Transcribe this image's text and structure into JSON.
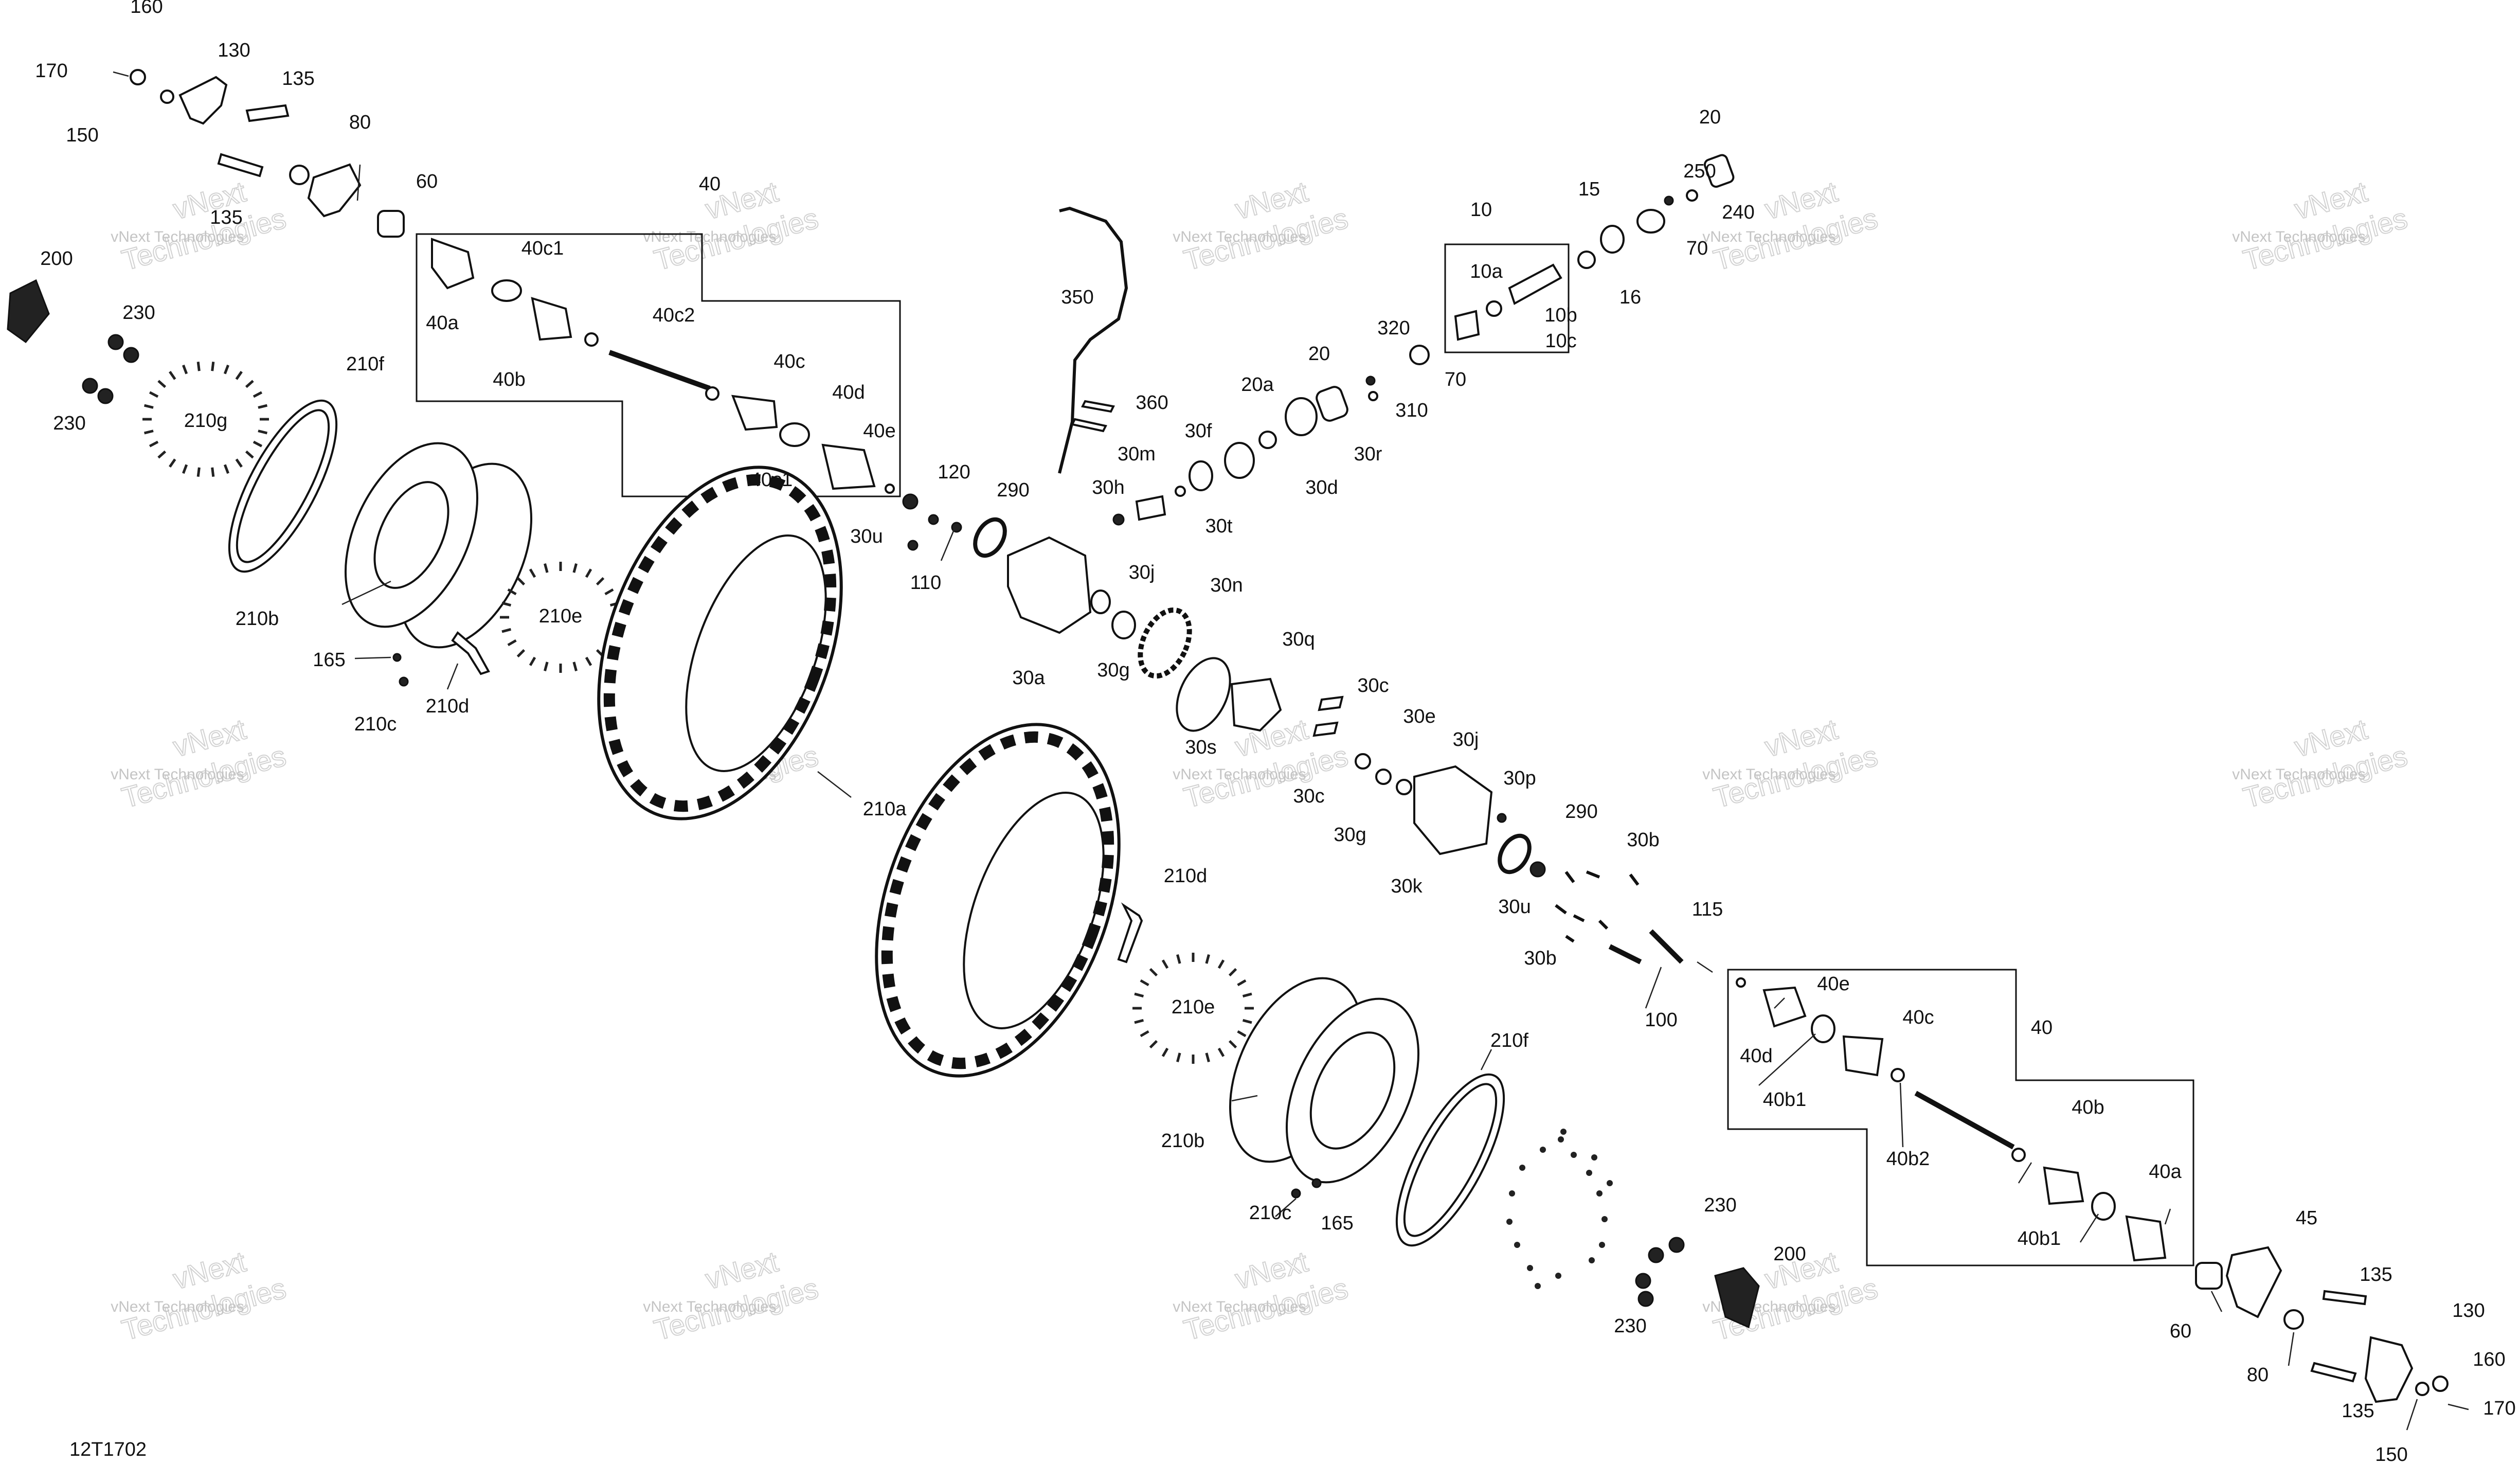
{
  "diagram": {
    "code": "12T1702",
    "watermark": "vNext Technologies",
    "watermark_line1": "vNext",
    "watermark_line2": "Technologies",
    "labels": [
      {
        "id": "l1",
        "text": "160"
      },
      {
        "id": "l2",
        "text": "170"
      },
      {
        "id": "l3",
        "text": "130"
      },
      {
        "id": "l4",
        "text": "135"
      },
      {
        "id": "l5",
        "text": "150"
      },
      {
        "id": "l6",
        "text": "80"
      },
      {
        "id": "l7",
        "text": "135"
      },
      {
        "id": "l8",
        "text": "60"
      },
      {
        "id": "l9",
        "text": "40"
      },
      {
        "id": "l10",
        "text": "40c1"
      },
      {
        "id": "l11",
        "text": "40a"
      },
      {
        "id": "l12",
        "text": "40b"
      },
      {
        "id": "l13",
        "text": "40c2"
      },
      {
        "id": "l14",
        "text": "40c"
      },
      {
        "id": "l15",
        "text": "40d"
      },
      {
        "id": "l16",
        "text": "40e"
      },
      {
        "id": "l17",
        "text": "40c1"
      },
      {
        "id": "l18",
        "text": "200"
      },
      {
        "id": "l19",
        "text": "230"
      },
      {
        "id": "l20",
        "text": "230"
      },
      {
        "id": "l21",
        "text": "210f"
      },
      {
        "id": "l22",
        "text": "210g"
      },
      {
        "id": "l23",
        "text": "210b"
      },
      {
        "id": "l24",
        "text": "165"
      },
      {
        "id": "l25",
        "text": "210c"
      },
      {
        "id": "l26",
        "text": "210d"
      },
      {
        "id": "l27",
        "text": "210e"
      },
      {
        "id": "l28",
        "text": "350"
      },
      {
        "id": "l29",
        "text": "360"
      },
      {
        "id": "l30",
        "text": "120"
      },
      {
        "id": "l31",
        "text": "290"
      },
      {
        "id": "l32",
        "text": "30u"
      },
      {
        "id": "l33",
        "text": "110"
      },
      {
        "id": "l34",
        "text": "30a"
      },
      {
        "id": "l35",
        "text": "30h"
      },
      {
        "id": "l36",
        "text": "30m"
      },
      {
        "id": "l37",
        "text": "30f"
      },
      {
        "id": "l38",
        "text": "30t"
      },
      {
        "id": "l39",
        "text": "30d"
      },
      {
        "id": "l40",
        "text": "20a"
      },
      {
        "id": "l41",
        "text": "20"
      },
      {
        "id": "l42",
        "text": "30r"
      },
      {
        "id": "l43",
        "text": "320"
      },
      {
        "id": "l44",
        "text": "310"
      },
      {
        "id": "l45",
        "text": "70"
      },
      {
        "id": "l46",
        "text": "10"
      },
      {
        "id": "l47",
        "text": "10a"
      },
      {
        "id": "l48",
        "text": "10b"
      },
      {
        "id": "l49",
        "text": "10c"
      },
      {
        "id": "l50",
        "text": "15"
      },
      {
        "id": "l51",
        "text": "16"
      },
      {
        "id": "l52",
        "text": "70"
      },
      {
        "id": "l53",
        "text": "250"
      },
      {
        "id": "l54",
        "text": "240"
      },
      {
        "id": "l55",
        "text": "20"
      },
      {
        "id": "l56",
        "text": "30j"
      },
      {
        "id": "l57",
        "text": "30g"
      },
      {
        "id": "l58",
        "text": "30n"
      },
      {
        "id": "l59",
        "text": "30s"
      },
      {
        "id": "l60",
        "text": "30q"
      },
      {
        "id": "l61",
        "text": "30c"
      },
      {
        "id": "l62",
        "text": "30e"
      },
      {
        "id": "l63",
        "text": "30j"
      },
      {
        "id": "l64",
        "text": "30c"
      },
      {
        "id": "l65",
        "text": "30g"
      },
      {
        "id": "l66",
        "text": "30k"
      },
      {
        "id": "l67",
        "text": "30p"
      },
      {
        "id": "l68",
        "text": "290"
      },
      {
        "id": "l69",
        "text": "30u"
      },
      {
        "id": "l70",
        "text": "30b"
      },
      {
        "id": "l71",
        "text": "30b"
      },
      {
        "id": "l72",
        "text": "115"
      },
      {
        "id": "l73",
        "text": "100"
      },
      {
        "id": "l74",
        "text": "210a"
      },
      {
        "id": "l75",
        "text": "210d"
      },
      {
        "id": "l76",
        "text": "210e"
      },
      {
        "id": "l77",
        "text": "210f"
      },
      {
        "id": "l78",
        "text": "210b"
      },
      {
        "id": "l79",
        "text": "210c"
      },
      {
        "id": "l80",
        "text": "165"
      },
      {
        "id": "l81",
        "text": "230"
      },
      {
        "id": "l82",
        "text": "230"
      },
      {
        "id": "l83",
        "text": "200"
      },
      {
        "id": "l84",
        "text": "40e"
      },
      {
        "id": "l85",
        "text": "40c"
      },
      {
        "id": "l86",
        "text": "40"
      },
      {
        "id": "l87",
        "text": "40d"
      },
      {
        "id": "l88",
        "text": "40b1"
      },
      {
        "id": "l89",
        "text": "40b2"
      },
      {
        "id": "l90",
        "text": "40b"
      },
      {
        "id": "l91",
        "text": "40a"
      },
      {
        "id": "l92",
        "text": "40b1"
      },
      {
        "id": "l93",
        "text": "45"
      },
      {
        "id": "l94",
        "text": "60"
      },
      {
        "id": "l95",
        "text": "135"
      },
      {
        "id": "l96",
        "text": "130"
      },
      {
        "id": "l97",
        "text": "80"
      },
      {
        "id": "l98",
        "text": "160"
      },
      {
        "id": "l99",
        "text": "135"
      },
      {
        "id": "l100",
        "text": "170"
      },
      {
        "id": "l101",
        "text": "150"
      }
    ]
  }
}
